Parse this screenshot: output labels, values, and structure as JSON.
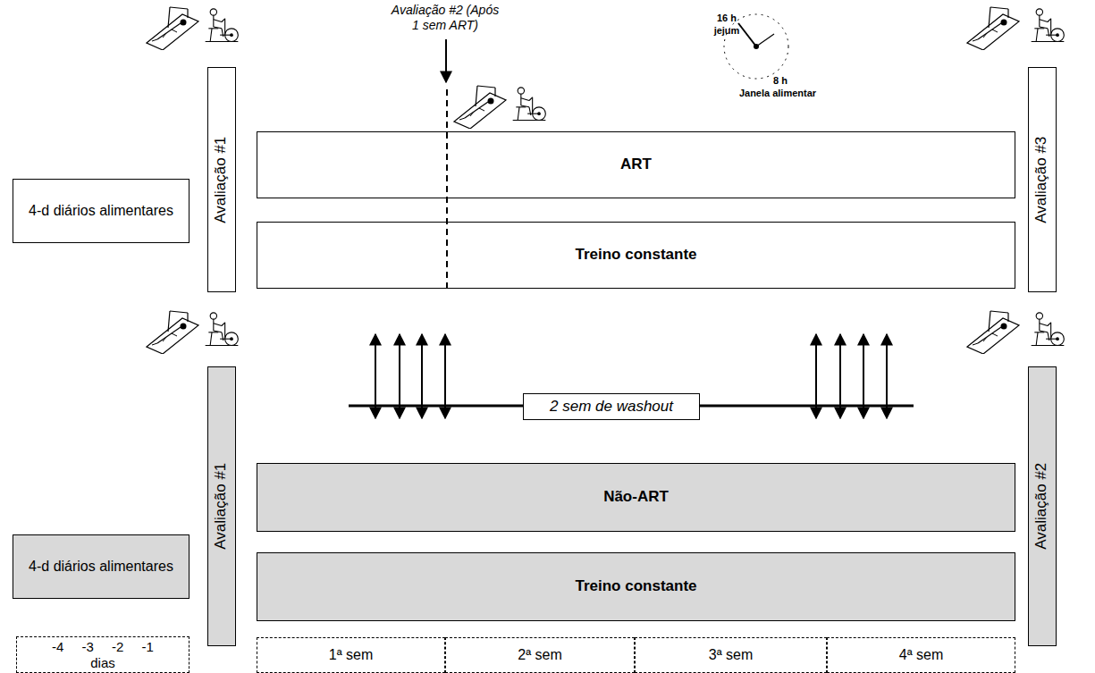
{
  "diagram": {
    "nodes": [
      {
        "text": [
          "4-d diários alimentares"
        ]
      },
      {
        "text": [
          "Avaliação #1"
        ]
      },
      {
        "text": [
          "ART"
        ]
      },
      {
        "text": [
          "Treino constante"
        ]
      },
      {
        "text": [
          "Avaliação #3"
        ]
      },
      {
        "text": [
          "2 sem de washout"
        ]
      },
      {
        "text": [
          "4-d diários alimentares"
        ]
      },
      {
        "text": [
          "Avaliação #1"
        ]
      },
      {
        "text": [
          "Não-ART"
        ]
      },
      {
        "text": [
          "Treino constante"
        ]
      },
      {
        "text": [
          "Avaliação #2"
        ]
      },
      {
        "text": [
          "-4 -3 -2 -1",
          "dias"
        ]
      },
      {
        "text": [
          "1ª sem"
        ]
      },
      {
        "text": [
          "2ª sem"
        ]
      },
      {
        "text": [
          "3ª sem"
        ]
      },
      {
        "text": [
          "4ª sem"
        ]
      }
    ],
    "labels": [
      "Avaliação #2 (Após 1 sem ART)",
      "16 h",
      "jejum",
      "8 h",
      "Janela alimentar"
    ]
  }
}
